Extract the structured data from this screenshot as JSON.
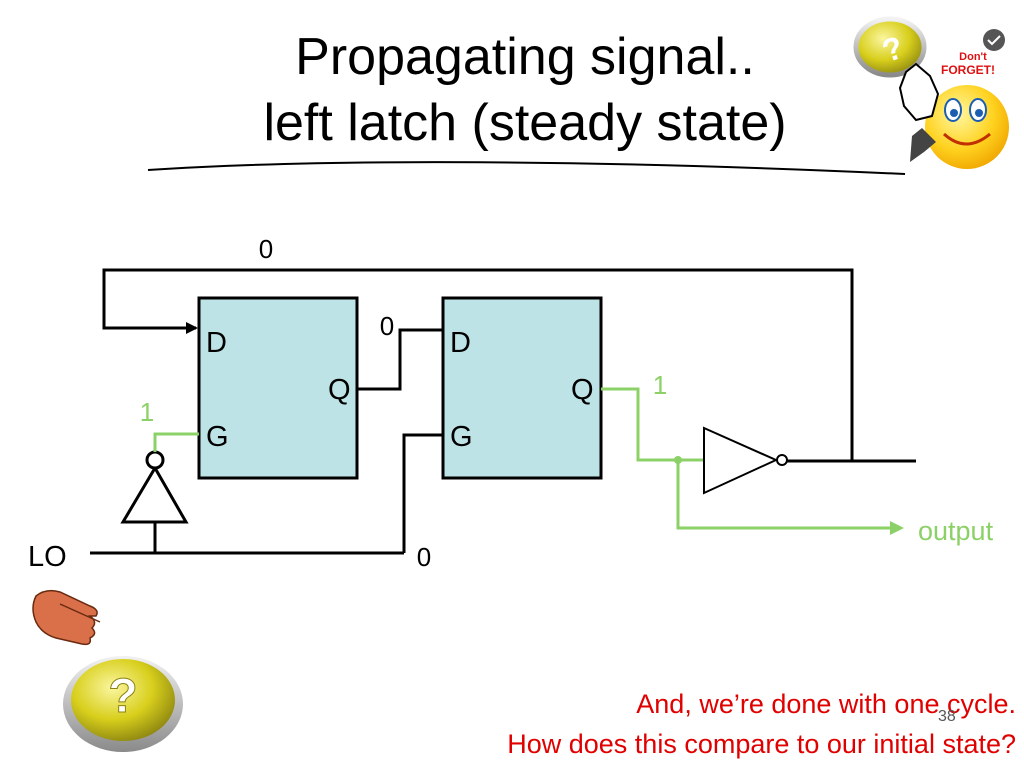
{
  "slide": {
    "title_line1": "Propagating signal..",
    "title_line2": "left latch (steady state)",
    "number": "38",
    "bottom_line1": "And, we’re done with one cycle.",
    "bottom_line2": "How does this compare to our initial state?"
  },
  "sticker": {
    "text_line1": "Don't",
    "text_line2": "FORGET!"
  },
  "icons": {
    "question_button": "?",
    "help_button": "?"
  },
  "circuit": {
    "feedback_value": "0",
    "latch1": {
      "d_label": "D",
      "q_label": "Q",
      "g_label": "G"
    },
    "latch2": {
      "d_label": "D",
      "q_label": "Q",
      "g_label": "G"
    },
    "latch1_q_value": "0",
    "latch2_q_value": "1",
    "latch1_g_value": "1",
    "lo_label": "LO",
    "lo_value": "0",
    "output_label": "output"
  },
  "colors": {
    "highlight_wire": "#8cd167",
    "latch_fill": "#bde3e6",
    "bottom_text": "#e00000"
  }
}
